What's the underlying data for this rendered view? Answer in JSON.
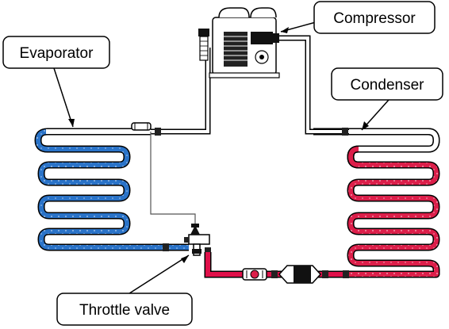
{
  "labels": {
    "compressor": "Compressor",
    "evaporator": "Evaporator",
    "condenser": "Condenser",
    "throttle_valve": "Throttle valve"
  },
  "colors": {
    "evaporator_coil": "#2a73c8",
    "condenser_coil": "#dc1f4a",
    "liquid_line": "#e0104a",
    "suction_line": "#2a6ed4",
    "pipe_outline": "#000000",
    "pipe_fill": "#ffffff",
    "label_border": "#000000"
  }
}
